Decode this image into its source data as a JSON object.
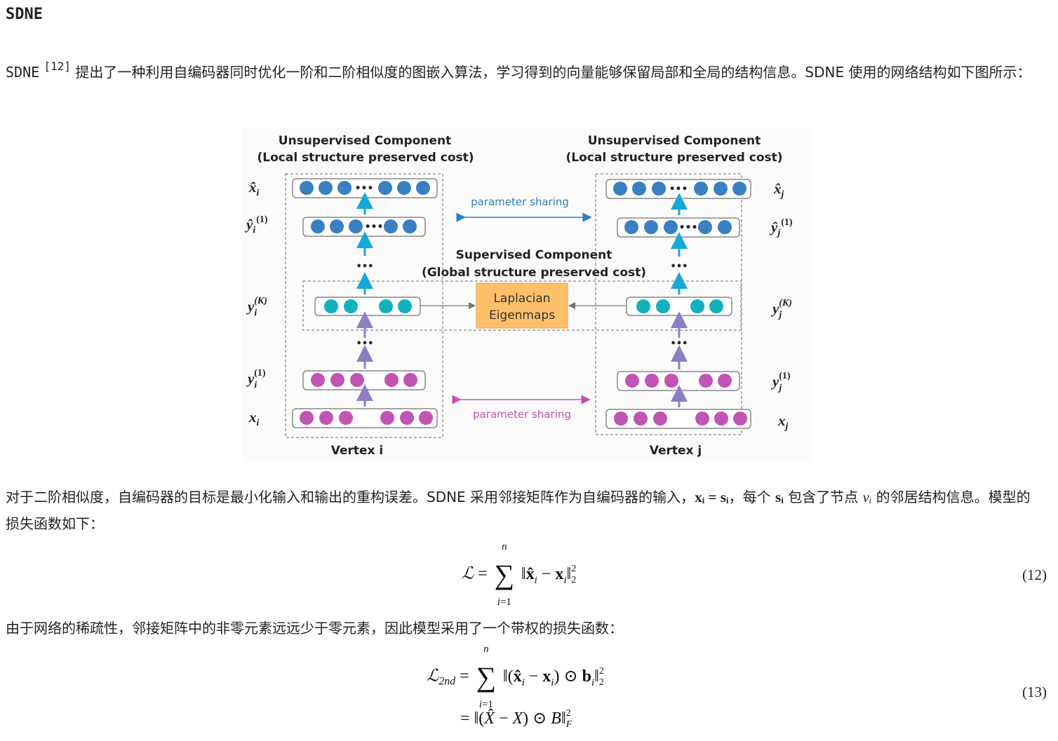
{
  "heading": "SDNE",
  "para1": {
    "lead": "SDNE",
    "cite": "[12]",
    "text": " 提出了一种利用自编码器同时优化一阶和二阶相似度的图嵌入算法，学习得到的向量能够保留局部和全局的结构信息。SDNE 使用的网络结构如下图所示："
  },
  "figure": {
    "unsup_left_1": "Unsupervised Component",
    "unsup_left_2": "(Local structure preserved cost)",
    "unsup_right_1": "Unsupervised Component",
    "unsup_right_2": "(Local structure preserved cost)",
    "param_sharing_top": "parameter sharing",
    "param_sharing_bottom": "parameter sharing",
    "sup_1": "Supervised Component",
    "sup_2": "(Global structure preserved cost)",
    "laplacian_1": "Laplacian",
    "laplacian_2": "Eigenmaps",
    "vertex_i": "Vertex i",
    "vertex_j": "Vertex j",
    "ellipsis": "•••",
    "colors": {
      "blue_node": "#3a7fc1",
      "teal_node": "#12b1bd",
      "purple_node": "#c154b4",
      "cyan_arrow": "#16a8d8",
      "violet_arrow": "#8b7fc4",
      "laplacian_fill": "#ffc06b",
      "param_blue": "#2b7fc2",
      "param_pink": "#c44fb6"
    }
  },
  "para2": {
    "t1": "对于二阶相似度，自编码器的目标是最小化输入和输出的重构误差。SDNE 采用邻接矩阵作为自编码器的输入，",
    "eq": "xᵢ = sᵢ",
    "t2": "，每个 ",
    "s": "sᵢ",
    "t3": " 包含了节点 ",
    "v": "vᵢ",
    "t4": " 的邻居结构信息。模型的损失函数如下："
  },
  "eq12": {
    "number": "(12)"
  },
  "para3": "由于网络的稀疏性，邻接矩阵中的非零元素远远少于零元素，因此模型采用了一个带权的损失函数：",
  "eq13": {
    "number": "(13)"
  }
}
